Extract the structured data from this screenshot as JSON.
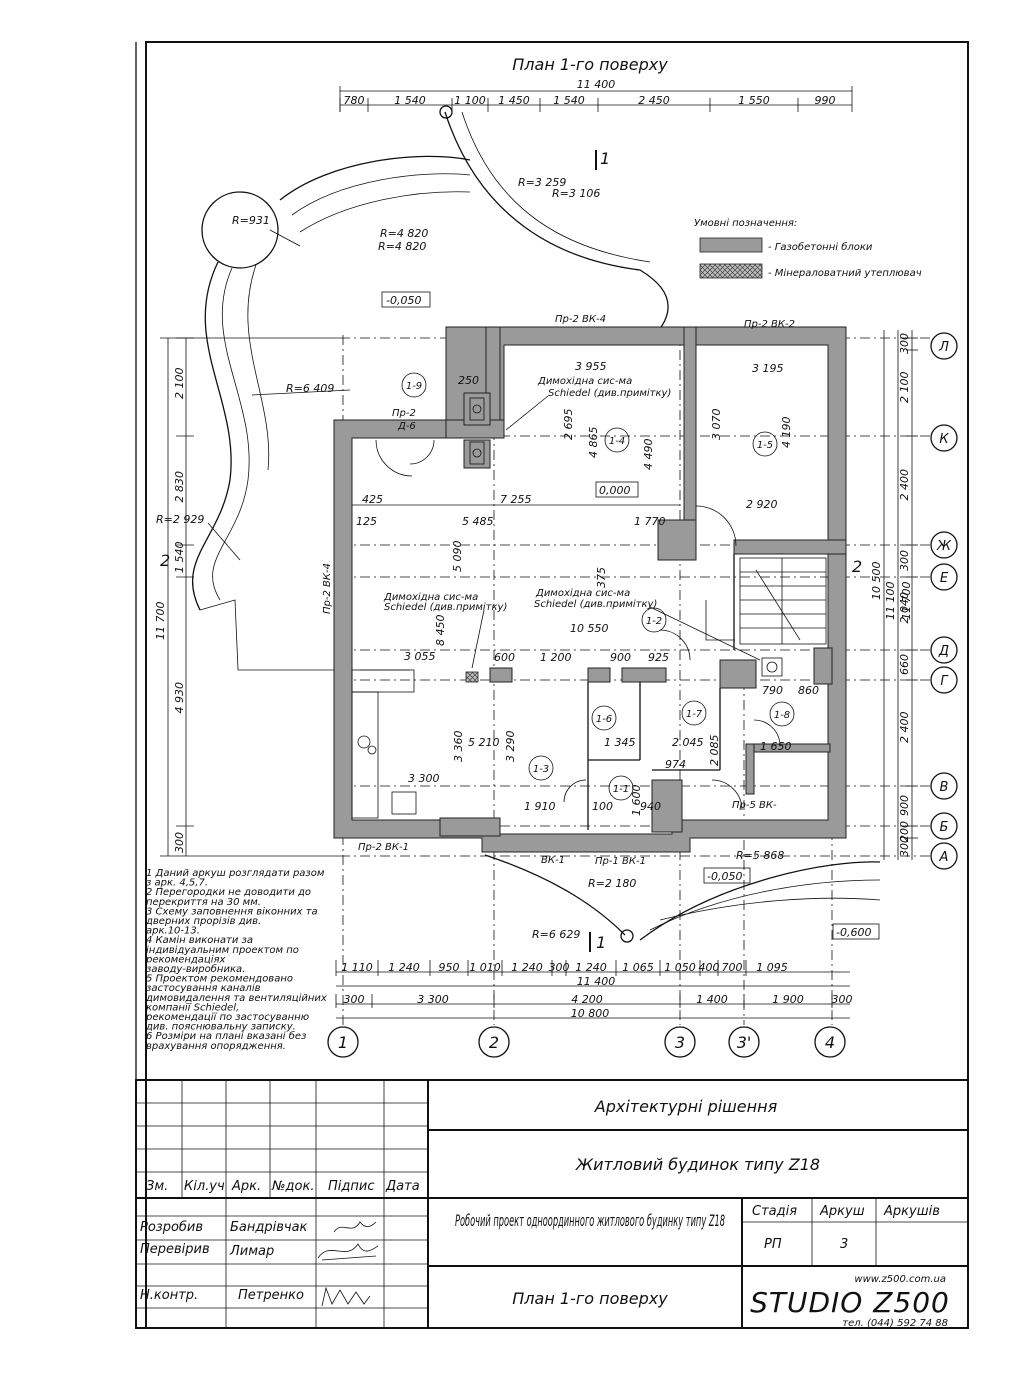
{
  "drawing_title": "План 1-го поверху",
  "legend": {
    "title": "Умовні позначення:",
    "items": [
      {
        "label": "- Газобетонні блоки",
        "color": "#9a9a9a"
      },
      {
        "label": "- Мінераловатний утеплювач",
        "color": "#7a7a7a"
      }
    ]
  },
  "top_dims": {
    "total": "11 400",
    "segments": [
      "780",
      "1 540",
      "1 100",
      "1 450",
      "1 540",
      "2 450",
      "1 550",
      "990"
    ]
  },
  "bottom_dims": {
    "row1": [
      "1 110",
      "1 240",
      "950",
      "1 010",
      "1 240",
      "300",
      "1 240",
      "1 065",
      "1 050",
      "400",
      "700",
      "1 095"
    ],
    "row1_total": "11 400",
    "row2": [
      "300",
      "3 300",
      "4 200",
      "1 400",
      "1 900",
      "300"
    ],
    "row2_total": "10 800"
  },
  "left_dims": {
    "segments": [
      "2 100",
      "2 830",
      "1 540",
      "4 930",
      "300"
    ],
    "total": "11 700"
  },
  "right_dims": {
    "col1": [
      "300",
      "2 100",
      "2 400",
      "300",
      "2 040",
      "660",
      "2 400",
      "900",
      "200",
      "300"
    ],
    "col2": [
      "10 500",
      "11 100",
      "11 700"
    ]
  },
  "axes_bottom": [
    "1",
    "2",
    "3",
    "3'",
    "4"
  ],
  "axes_right": [
    "Л",
    "К",
    "Ж",
    "Е",
    "Д",
    "Г",
    "В",
    "Б",
    "А"
  ],
  "rooms": [
    "1-9",
    "1-4",
    "1-5",
    "1-2",
    "1-3",
    "1-6",
    "1-7",
    "1-8",
    "1-1"
  ],
  "levels": [
    "-0,050",
    "0,000",
    "-0,050",
    "-0,600"
  ],
  "radii": [
    "R=931",
    "R=4 820",
    "R=4 820",
    "R=3 259",
    "R=3 106",
    "R=6 409",
    "R=2 929",
    "R=5 868",
    "R=2 180",
    "R=6 629"
  ],
  "labels": {
    "chimney1": "Димохідна сис-ма",
    "chimney1b": "Schiedel (див.примітку)",
    "chimney2": "Димохідна сис-ма",
    "chimney2b": "Schiedel (див.примітку)",
    "chimney3": "Димохідна сис-ма",
    "chimney3b": "Schiedel (див.примітку)",
    "pr2vk4": "Пр-2  ВК-4",
    "pr2vk2": "Пр-2  ВК-2",
    "pr2vk1": "Пр-2  ВК-1",
    "vk1": "ВК-1",
    "pr1vk1": "Пр-1  ВК-1",
    "pr5vk": "Пр-5  ВК-",
    "pr2d6": "Пр-2",
    "d6": "Д-6",
    "pr2vk4v": "Пр-2   ВК-4",
    "section": "2",
    "section_top": "1",
    "section_bottom": "1"
  },
  "inner_dims": [
    "3 955",
    "3 195",
    "2 695",
    "4 865",
    "4 490",
    "3 070",
    "4 190",
    "7 255",
    "5 485",
    "1 770",
    "2 920",
    "5 090",
    "8 450",
    "10 550",
    "3 055",
    "1 200",
    "600",
    "900",
    "925",
    "5 210",
    "3 360",
    "3 290",
    "3 300",
    "1 910",
    "2 045",
    "1 650",
    "1 345",
    "790",
    "860",
    "974",
    "2 085",
    "1 600",
    "940",
    "425",
    "125",
    "250",
    "375",
    "100"
  ],
  "notes": [
    "1 Даний аркуш розглядати разом з арк. 4,5,7.",
    "2 Перегородки не доводити до перекриття на 30 мм.",
    "3 Схему заповнення віконних та дверних прорізів див. арк.10-13.",
    "4 Камін виконати за індивідуальним проектом по рекомендаціях заводу-виробника.",
    "5 Проектом рекомендовано застосування каналів димовидалення та вентиляційних компанії Schiedel, рекомендації по застосуванню див. пояснювальну записку.",
    "6 Розміри на плані вказані без врахування опорядження."
  ],
  "title_block": {
    "col_headers": [
      "Зм.",
      "Кіл.уч",
      "Арк.",
      "№док.",
      "Підпис",
      "Дата"
    ],
    "roles": [
      {
        "role": "Розробив",
        "name": "Бандрівчак"
      },
      {
        "role": "Перевірив",
        "name": "Лимар"
      },
      {
        "role": "Н.контр.",
        "name": "Петренко"
      }
    ],
    "section": "Архітектурні рішення",
    "object": "Житловий будинок типу Z18",
    "project": "Робочий проект одноординного житлового будинку типу Z18",
    "sheet_title": "План 1-го поверху",
    "stage_label": "Стадія",
    "sheet_label": "Аркуш",
    "sheets_label": "Аркушів",
    "stage": "РП",
    "sheet": "3",
    "sheets": "",
    "website": "www.z500.com.ua",
    "logo": "STUDIO Z500",
    "phone": "тел. (044) 592 74 88"
  }
}
